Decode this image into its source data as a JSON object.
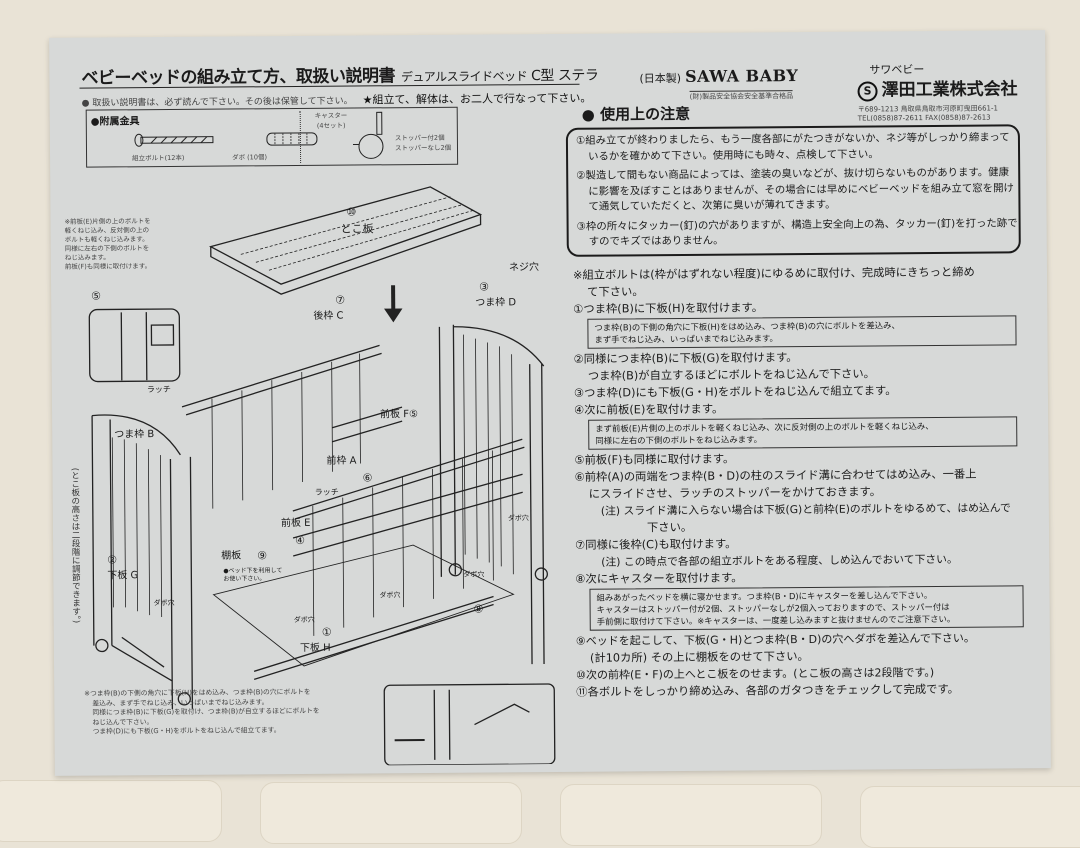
{
  "header": {
    "title": "ベビーベッドの組み立て方、取扱い説明書",
    "subtitle": "デュアルスライドベッド",
    "model": "C型 ステラ",
    "note_small": "● 取扱い説明書は、必ず読んで下さい。その後は保管して下さい。",
    "note_star": "★組立て、解体は、お二人で行なって下さい。"
  },
  "brand": {
    "origin": "(日本製)",
    "name": "SAWA BABY",
    "certification": "(財)製品安全協会安全基準合格品",
    "company_kana": "サワベビー",
    "company_mark": "S",
    "company_name": "澤田工業株式会社",
    "address": "〒689-1213 鳥取県鳥取市河原町曳田661-1",
    "phone": "TEL(0858)87-2611  FAX(0858)87-2613"
  },
  "fittings": {
    "heading": "●附属金具",
    "bolt": "組立ボルト(12本)",
    "dowel": "ダボ (10個)",
    "caster": "キャスター",
    "caster_set": "(4セット)",
    "caster_note1": "ストッパー付2個",
    "caster_note2": "ストッパーなし2個"
  },
  "diagram": {
    "side_note": [
      "※前板(E)片側の上のボルトを",
      "軽くねじ込み、反対側の上の",
      "ボルトも軽くねじ込みます。",
      "同様に左右の下側のボルトを",
      "ねじ込みます。",
      "前板(F)も同様に取付けます。"
    ],
    "board_num": "⑩",
    "board": "とこ板",
    "screw_hole": "ネジ穴",
    "d_num": "③",
    "d_label": "つま枠 D",
    "c_num": "⑦",
    "c_label": "後枠 C",
    "b_label": "つま枠 B",
    "latch1": "ラッチ",
    "latch2": "ラッチ",
    "f_label": "前板 F⑤",
    "a_label": "前枠 A",
    "a_num": "⑥",
    "e_label": "前板 E",
    "e_num": "④",
    "shelf_label": "棚板",
    "shelf_num": "⑨",
    "shelf_note1": "●ベッド下を利用して",
    "shelf_note2": "お使い下さい。",
    "g_num": "②",
    "g_label": "下板 G",
    "h_num": "①",
    "h_label": "下板 H",
    "dowel_hole1": "ダボ穴",
    "dowel_hole2": "ダボ穴",
    "dowel_hole3": "ダボ穴",
    "dowel_hole4": "ダボ穴",
    "dowel_hole5": "ダボ穴",
    "step8_num": "⑧",
    "inset_num": "⑤",
    "vertical_note": "(とこ板の高さは二段階に調節できます。)",
    "bottom_note": [
      "※つま枠(B)の下側の角穴に下板(H)をはめ込み、つま枠(B)の穴にボルトを",
      "差込み、まず手でねじ込み、いっぱいまでねじ込みます。",
      "同様につま枠(B)に下板(G)を取付け、つま枠(B)が自立するほどにボルトを",
      "ねじ込んで下さい。",
      "つま枠(D)にも下板(G・H)をボルトをねじ込んで組立てます。"
    ]
  },
  "caution": {
    "heading": "● 使用上の注意",
    "items": [
      "①組み立てが終わりましたら、もう一度各部にがたつきがないか、ネジ等がしっかり締まっているかを確かめて下さい。使用時にも時々、点検して下さい。",
      "②製造して間もない商品によっては、塗装の臭いなどが、抜け切らないものがあります。健康に影響を及ぼすことはありませんが、その場合には早めにベビーベッドを組み立て窓を開けて通気していただくと、次第に臭いが薄れてきます。",
      "③枠の所々にタッカー(釘)の穴がありますが、構造上安全向上の為、タッカー(釘)を打った跡ですのでキズではありません。"
    ]
  },
  "steps": {
    "intro1": "※組立ボルトは(枠がはずれない程度)にゆるめに取付け、完成時にきちっと締め",
    "intro2": "て下さい。",
    "s1": "①つま枠(B)に下板(H)を取付けます。",
    "s1_box1": "つま枠(B)の下側の角穴に下板(H)をはめ込み、つま枠(B)の穴にボルトを差込み、",
    "s1_box2": "まず手でねじ込み、いっぱいまでねじ込みます。",
    "s2": "②同様につま枠(B)に下板(G)を取付けます。",
    "s2b": "つま枠(B)が自立するほどにボルトをねじ込んで下さい。",
    "s3": "③つま枠(D)にも下板(G・H)をボルトをねじ込んで組立てます。",
    "s4": "④次に前板(E)を取付けます。",
    "s4_box1": "まず前板(E)片側の上のボルトを軽くねじ込み、次に反対側の上のボルトを軽くねじ込み、",
    "s4_box2": "同様に左右の下側のボルトをねじ込みます。",
    "s5": "⑤前板(F)も同様に取付けます。",
    "s6": "⑥前枠(A)の両端をつま枠(B・D)の柱のスライド溝に合わせてはめ込み、一番上",
    "s6b": "にスライドさせ、ラッチのストッパーをかけておきます。",
    "s6_note": "(注) スライド溝に入らない場合は下板(G)と前枠(E)のボルトをゆるめて、はめ込んで",
    "s6_note2": "下さい。",
    "s7": "⑦同様に後枠(C)も取付けます。",
    "s7_note": "(注) この時点で各部の組立ボルトをある程度、しめ込んでおいて下さい。",
    "s8": "⑧次にキャスターを取付けます。",
    "s8_box1": "組みあがったベッドを横に寝かせます。つま枠(B・D)にキャスターを差し込んで下さい。",
    "s8_box2": "キャスターはストッパー付が2個、ストッパーなしが2個入っておりますので、ストッパー付は",
    "s8_box3": "手前側に取付けて下さい。※キャスターは、一度差し込みますと抜けませんのでご注意下さい。",
    "s9": "⑨ベッドを起こして、下板(G・H)とつま枠(B・D)の穴へダボを差込んで下さい。",
    "s9b": "(計10カ所) その上に棚板をのせて下さい。",
    "s10": "⑩次の前枠(E・F)の上へとこ板をのせます。(とこ板の高さは2段階です。)",
    "s11": "⑪各ボルトをしっかり締め込み、各部のガタつきをチェックして完成です。"
  },
  "colors": {
    "paper": "#d7d9d8",
    "ink": "#1b1b1b",
    "floor_mat": "#e9e3d6"
  }
}
